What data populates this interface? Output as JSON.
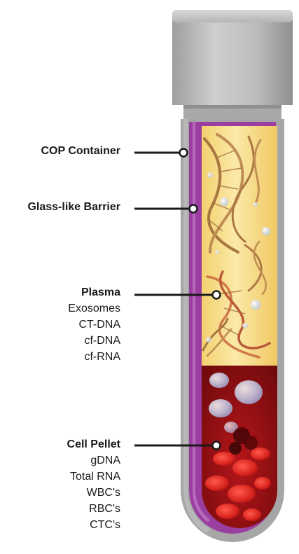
{
  "labels": {
    "cop": {
      "title": "COP Container"
    },
    "glass": {
      "title": "Glass-like Barrier"
    },
    "plasma": {
      "title": "Plasma",
      "items": [
        "Exosomes",
        "CT-DNA",
        "cf-DNA",
        "cf-RNA"
      ]
    },
    "pellet": {
      "title": "Cell Pellet",
      "items": [
        "gDNA",
        "Total RNA",
        "WBC's",
        "RBC's",
        "CTC's"
      ]
    }
  },
  "colors": {
    "cap": "#bdbdbd",
    "container_gray": "#a6a6a6",
    "barrier_purple": "#9a3fa0",
    "plasma_yellow": "#f6dc83",
    "pellet_red": "#8e0f12",
    "dna": "#b07a46",
    "callout": "#1a1a1a"
  }
}
